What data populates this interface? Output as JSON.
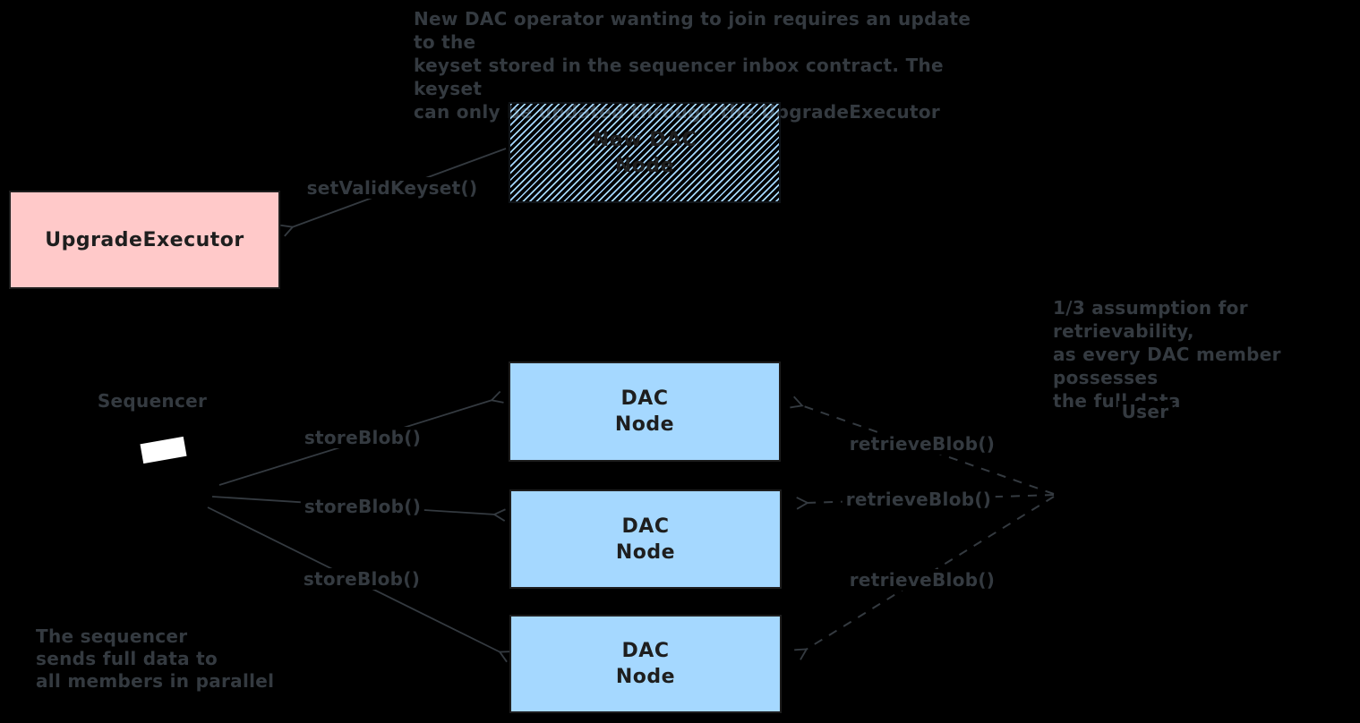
{
  "canvas": {
    "background": "#000000",
    "stroke_color": "#343a40",
    "node_blue": "#a5d8ff",
    "node_pink": "#ffc9c9"
  },
  "annotations": {
    "top_note": {
      "lines": [
        "New DAC operator wanting to join requires an update to the",
        "keyset stored in the sequencer inbox contract. The keyset",
        "can only be updated through the UpgradeExecutor"
      ]
    },
    "assumption_note": {
      "lines": [
        "1/3 assumption for retrievability,",
        "as every DAC member possesses",
        "the full data"
      ]
    },
    "sequencer_note": {
      "lines": [
        "The sequencer",
        "sends full data to",
        "all members in parallel"
      ]
    }
  },
  "nodes": {
    "upgrade_executor": {
      "label": "UpgradeExecutor",
      "fill": "#ffc9c9"
    },
    "new_dac_node": {
      "line1": "New DAC",
      "line2": "Node",
      "fill": "#a5d8ff",
      "fill_style": "hachure"
    },
    "dac_nodes": [
      {
        "line1": "DAC",
        "line2": "Node"
      },
      {
        "line1": "DAC",
        "line2": "Node"
      },
      {
        "line1": "DAC",
        "line2": "Node"
      }
    ]
  },
  "actors": {
    "sequencer_label": "Sequencer",
    "user_label": "User"
  },
  "edges": {
    "set_valid_keyset": {
      "label": "setValidKeyset()",
      "style": "solid"
    },
    "store_blob": [
      {
        "label": "storeBlob()",
        "style": "solid"
      },
      {
        "label": "storeBlob()",
        "style": "solid"
      },
      {
        "label": "storeBlob()",
        "style": "solid"
      }
    ],
    "retrieve_blob": [
      {
        "label": "retrieveBlob()",
        "style": "dashed"
      },
      {
        "label": "retrieveBlob()",
        "style": "dashed"
      },
      {
        "label": "retrieveBlob()",
        "style": "dashed"
      }
    ]
  }
}
